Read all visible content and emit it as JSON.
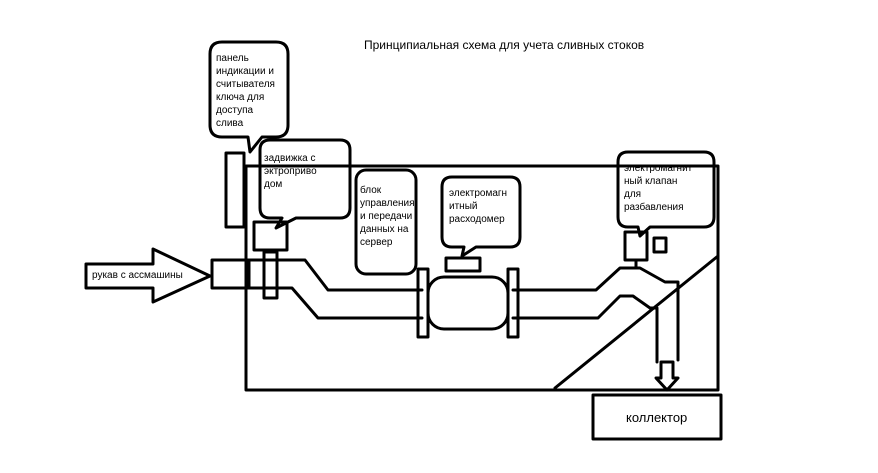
{
  "title": "Принципиальная схема для учета сливных стоков",
  "labels": {
    "panel": "панель\nиндикации и\nсчитывателя\nключа для\nдоступа\nслива",
    "gate_valve": "задвижка с\nэктропривo\nдом",
    "control_unit": "блок\nуправления\nи передачи\nданных на\nсервер",
    "flowmeter": "электромагн\nитный\nрасходомер",
    "dilution_valve": "электромагнит\nный клапан\nдля\nразбавления",
    "hose": "рукав с ассмашины",
    "collector": "коллектор"
  },
  "colors": {
    "stroke": "#000000",
    "background": "#ffffff"
  }
}
